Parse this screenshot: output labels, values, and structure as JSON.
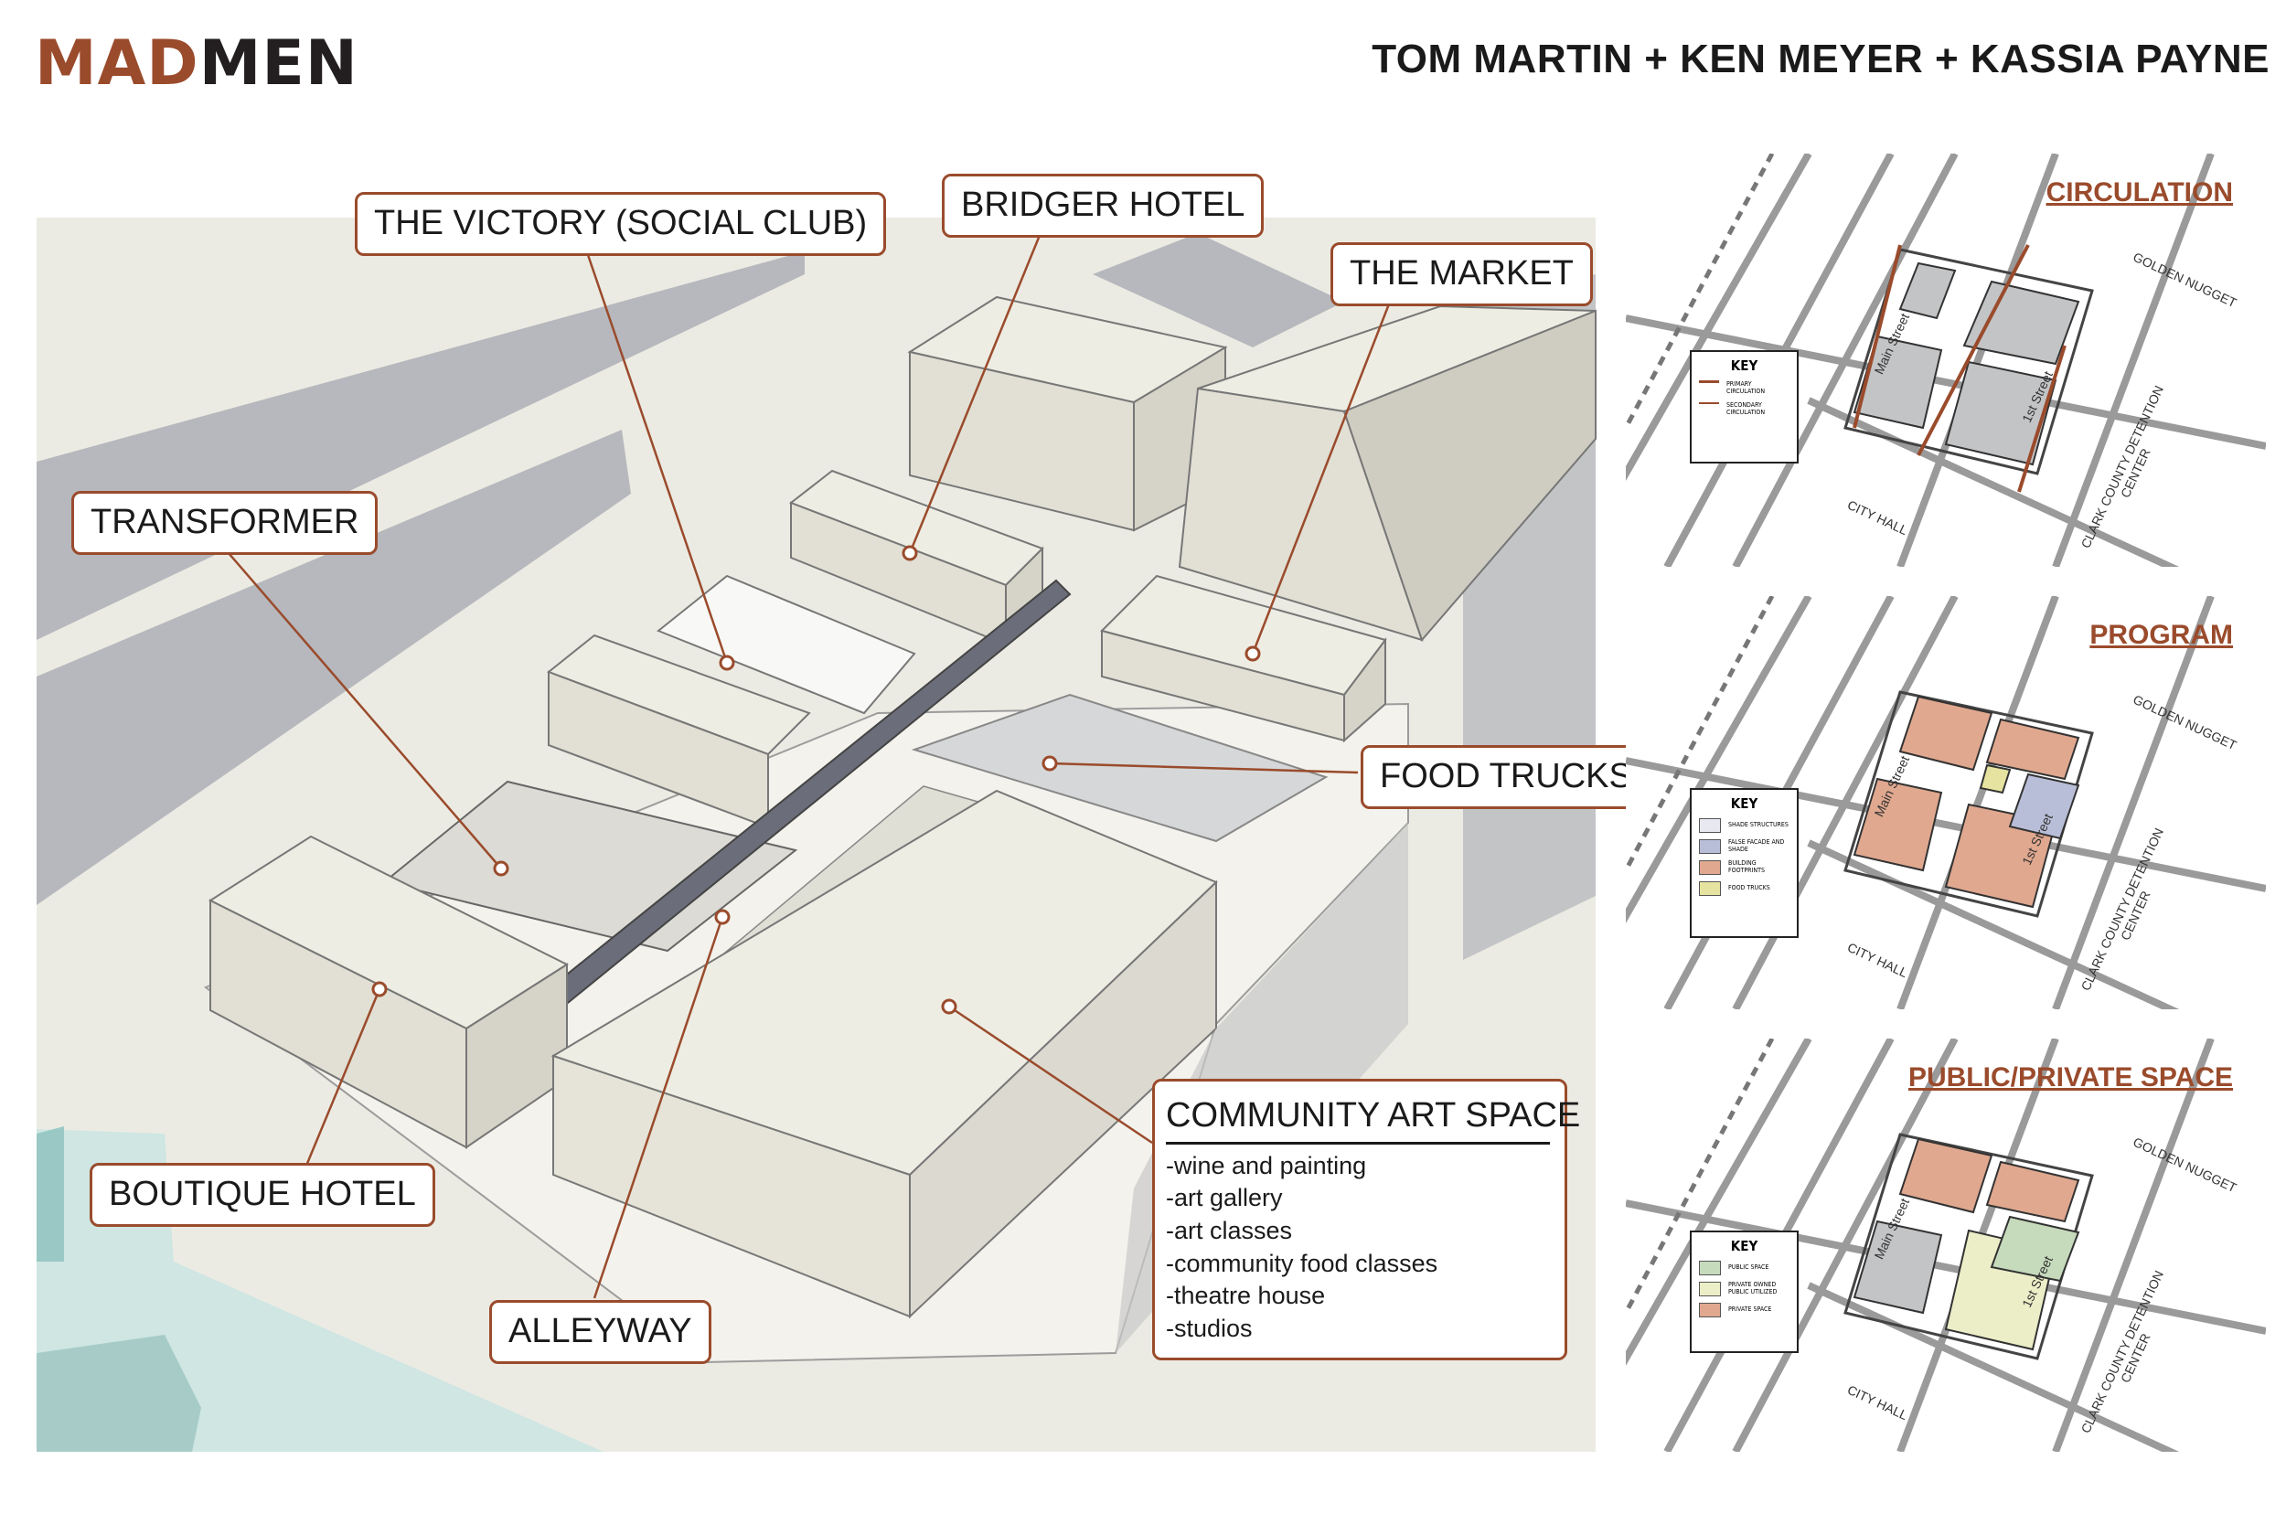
{
  "brand": {
    "mad": "MAD",
    "men": "MEN"
  },
  "authors": "TOM MARTIN + KEN MEYER + KASSIA PAYNE",
  "colors": {
    "accent": "#9a4b2c",
    "ground": "#ecebe3",
    "block": "#e6e4d8",
    "shadow": "#c3c4c6",
    "water": "#cfe6e3",
    "road": "#b6b8bd"
  },
  "callouts": {
    "victory": "THE VICTORY (SOCIAL CLUB)",
    "bridger": "BRIDGER HOTEL",
    "market": "THE MARKET",
    "transformer": "TRANSFORMER",
    "food_trucks": "FOOD TRUCKS",
    "boutique": "BOUTIQUE HOTEL",
    "alleyway": "ALLEYWAY",
    "community": {
      "title": "COMMUNITY ART SPACE",
      "items": [
        "-wine and painting",
        "-art gallery",
        "-art classes",
        "-community food classes",
        "-theatre house",
        "-studios"
      ]
    }
  },
  "insets": [
    {
      "title": "CIRCULATION",
      "key_title": "KEY",
      "key": [
        {
          "label": "PRIMARY CIRCULATION"
        },
        {
          "label": "SECONDARY CIRCULATION"
        }
      ]
    },
    {
      "title": "PROGRAM",
      "key_title": "KEY",
      "key": [
        {
          "label": "SHADE STRUCTURES"
        },
        {
          "label": "FALSE FACADE AND SHADE"
        },
        {
          "label": "BUILDING FOOTPRINTS"
        },
        {
          "label": "FOOD TRUCKS"
        }
      ]
    },
    {
      "title": "PUBLIC/PRIVATE SPACE",
      "key_title": "KEY",
      "key": [
        {
          "label": "PUBLIC SPACE"
        },
        {
          "label": "PRIVATE OWNED PUBLIC UTILIZED"
        },
        {
          "label": "PRIVATE SPACE"
        }
      ]
    }
  ],
  "streets": {
    "main": "Main Street",
    "first": "1st Street",
    "golden": "GOLDEN NUGGET",
    "city_hall": "CITY HALL",
    "detention": "CLARK COUNTY DETENTION CENTER"
  }
}
